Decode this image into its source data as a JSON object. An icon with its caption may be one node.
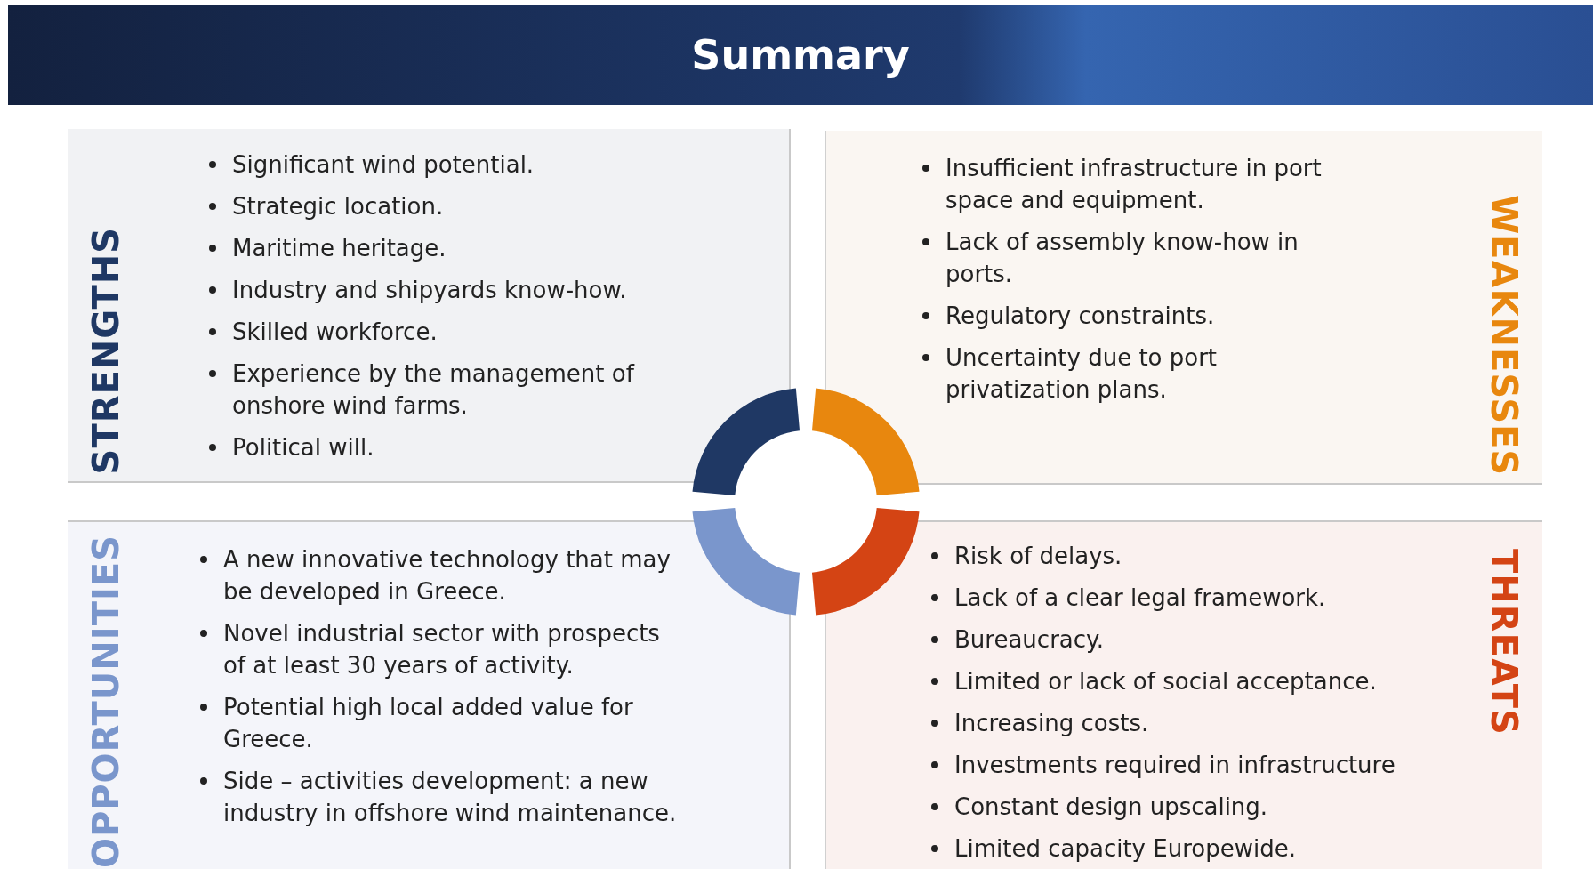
{
  "diagram": {
    "title": "Summary",
    "nodes": [
      {
        "text": [
          "STRENGTHS",
          "Significant wind potential.",
          "Strategic location.",
          "Maritime heritage.",
          "Industry and shipyards know-how.",
          "Skilled workforce.",
          "Experience by the management of onshore wind farms.",
          "Political will."
        ]
      },
      {
        "text": [
          "WEAKNESSES",
          "Insufficient infrastructure in port space and equipment.",
          "Lack of assembly know-how in ports.",
          "Regulatory constraints.",
          "Uncertainty due to port privatization plans."
        ]
      },
      {
        "text": [
          "OPPORTUNITIES",
          "A new innovative technology that may be developed in Greece.",
          "Novel industrial sector with prospects of at least 30 years of activity.",
          "Potential high local added value for Greece.",
          "Side – activities development: a new industry in offshore wind maintenance."
        ]
      },
      {
        "text": [],
        "shape": "circle"
      },
      {
        "text": [
          "THREATS",
          "Risk of delays.",
          "Lack of a clear legal framework.",
          "Bureaucracy.",
          "Limited or lack of social acceptance.",
          "Increasing costs.",
          "Investments required in infrastructure",
          "Constant design upscaling.",
          "Limited capacity Europewide."
        ]
      }
    ],
    "edges": []
  }
}
